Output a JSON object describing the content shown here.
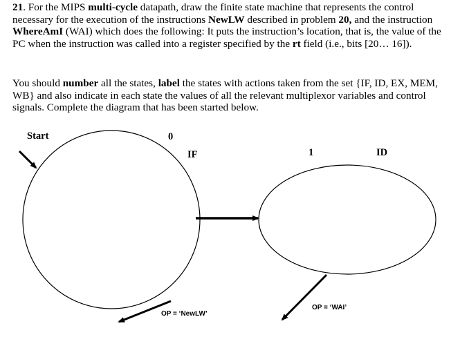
{
  "problem": {
    "number": "21",
    "p1_a": ". For the MIPS ",
    "p1_b": "multi-cycle",
    "p1_c": " datapath, draw the finite state machine that represents the control necessary for the execution of the instructions ",
    "p1_d": "NewLW",
    "p1_e": " described in problem ",
    "p1_f": "20,",
    "p1_g": " and the instruction ",
    "p1_h": "WhereAmI",
    "p1_i": " (WAI) which does the following: It puts the instruction’s location, that is, the value of the PC when the instruction was called into a register specified by the ",
    "p1_j": "rt",
    "p1_k": " field (i.e., bits [20… 16]).",
    "p2_a": "You should ",
    "p2_b": "number",
    "p2_c": " all the states, ",
    "p2_d": "label",
    "p2_e": " the states with actions taken from the set {IF, ID, EX, MEM, WB} and also indicate in each state the values of all the relevant multiplexor variables and control signals. Complete the diagram that has been started below."
  },
  "diagram": {
    "start_label": "Start",
    "state0_number": "0",
    "state0_action": "IF",
    "state1_number": "1",
    "state1_action": "ID",
    "branch_newlw": "OP = ‘NewLW’",
    "branch_wai": "OP = ‘WAI’"
  }
}
